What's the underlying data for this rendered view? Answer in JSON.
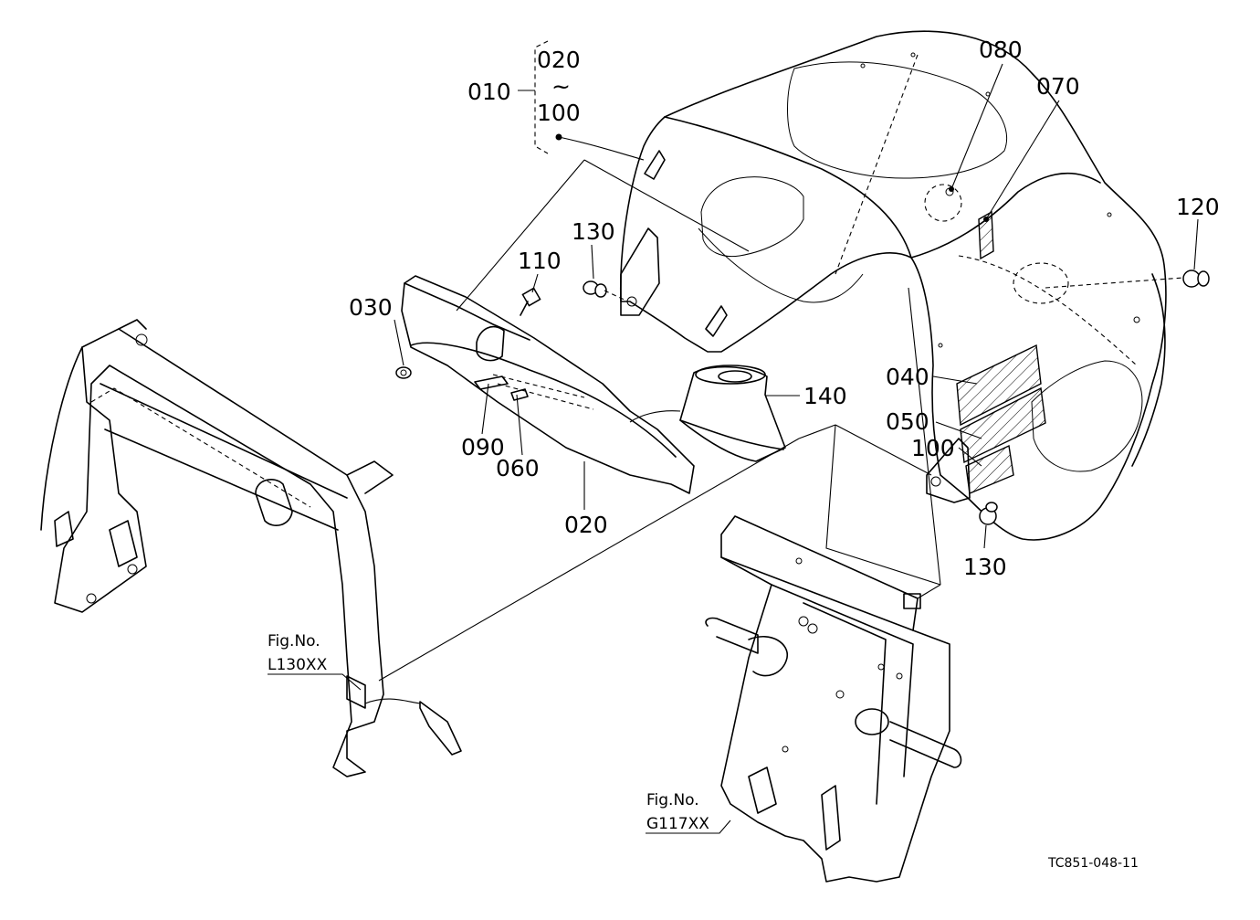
{
  "callouts": {
    "c010": "010",
    "c020_top": "020",
    "c_tilde": "~",
    "c100_top": "100",
    "c080": "080",
    "c070": "070",
    "c120": "120",
    "c130_upper": "130",
    "c110": "110",
    "c030": "030",
    "c140": "140",
    "c040": "040",
    "c050": "050",
    "c100_right": "100",
    "c090": "090",
    "c060": "060",
    "c020_bottom": "020",
    "c130_lower": "130"
  },
  "references": {
    "fig_l_title": "Fig.No.",
    "fig_l_code": "L130XX",
    "fig_g_title": "Fig.No.",
    "fig_g_code": "G117XX"
  },
  "drawing_code": "TC851-048-11"
}
